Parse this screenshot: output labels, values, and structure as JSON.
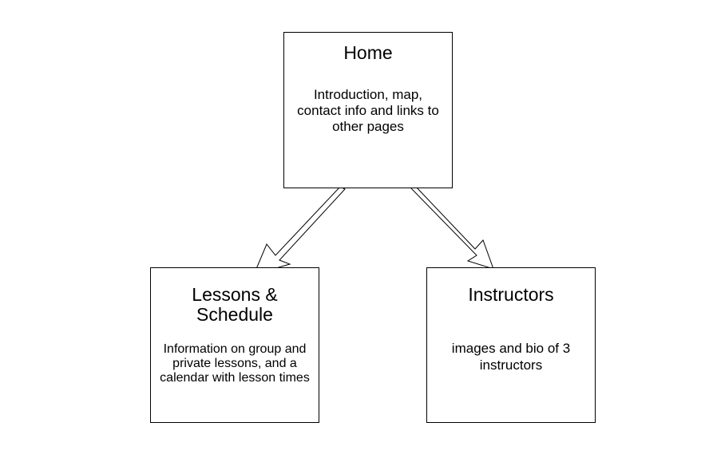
{
  "diagram": {
    "nodes": {
      "home": {
        "title": "Home",
        "body": "Introduction, map, contact info and links to other pages"
      },
      "lessons": {
        "title": "Lessons & Schedule",
        "body": "Information on group and private lessons, and a calendar with lesson times"
      },
      "instructors": {
        "title": "Instructors",
        "body": "images and bio of 3 instructors"
      }
    },
    "edges": [
      {
        "from": "home",
        "to": "lessons"
      },
      {
        "from": "home",
        "to": "instructors"
      }
    ],
    "colors": {
      "line": "#000000",
      "arrow_fill": "#ffffff",
      "background": "#ffffff"
    }
  }
}
